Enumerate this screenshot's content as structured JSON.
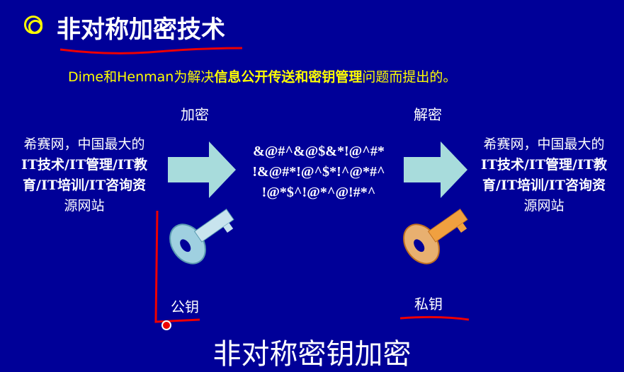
{
  "title": "非对称加密技术",
  "subtitle": {
    "part1": "Dime和Henman为解决",
    "part2": "信息公开传送和密钥管理",
    "part3": "问题而提出的。"
  },
  "encrypt_label": "加密",
  "decrypt_label": "解密",
  "plaintext_left": [
    "希赛网，中国最大的",
    "IT技术/IT管理/IT教",
    "育/IT培训/IT咨询资",
    "源网站"
  ],
  "ciphertext": [
    "&@#^&@$&*!@^#*",
    "!&@#*!@^$*!^@*#^",
    "!@*$^!@*^@!#*^"
  ],
  "plaintext_right": [
    "希赛网，中国最大的",
    "IT技术/IT管理/IT教",
    "育/IT培训/IT咨询资",
    "源网站"
  ],
  "public_key_label": "公钥",
  "private_key_label": "私钥",
  "bottom_caption": "非对称密钥加密",
  "colors": {
    "background": "#000098",
    "accent": "#ffff00",
    "arrow": "#a8dcdc",
    "annotation": "#ff0000"
  }
}
